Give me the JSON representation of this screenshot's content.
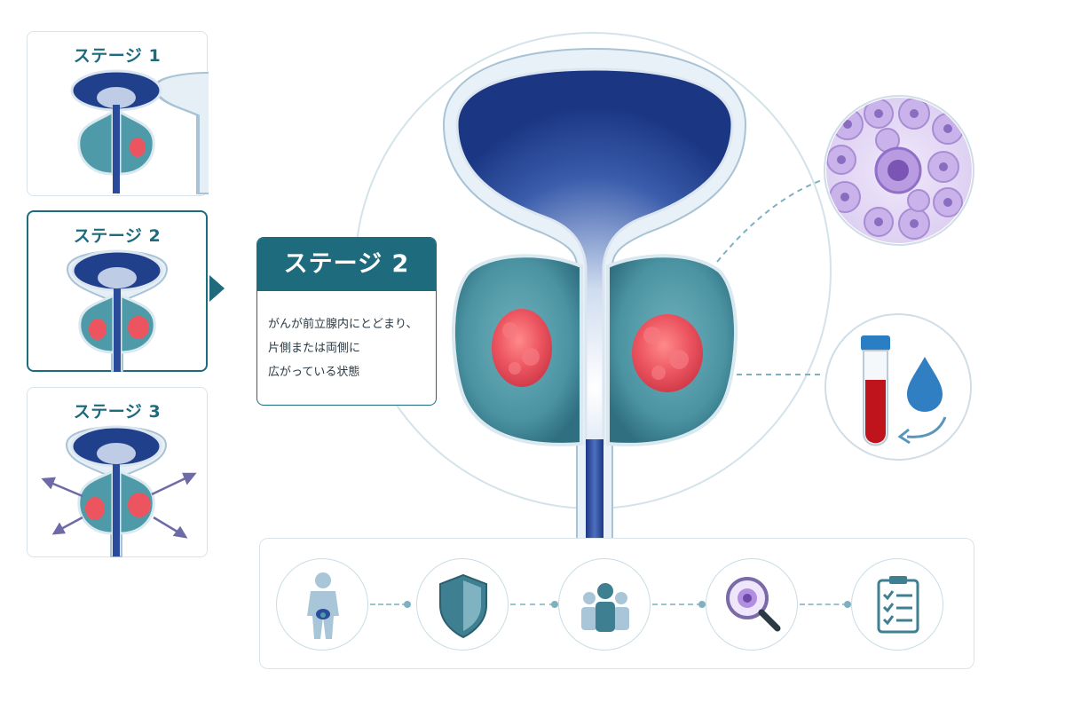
{
  "stages": [
    {
      "label": "ステージ 1"
    },
    {
      "label": "ステージ 2"
    },
    {
      "label": "ステージ 3"
    }
  ],
  "selected_stage": {
    "title": "ステージ 2",
    "description_lines": [
      "がんが前立腺内にとどまり、",
      "片側または両側に",
      "広がっている状態"
    ]
  },
  "bottom_icons": [
    {
      "icon": "body-icon"
    },
    {
      "icon": "shield-icon"
    },
    {
      "icon": "group-icon"
    },
    {
      "icon": "magnifier-cell-icon"
    },
    {
      "icon": "checklist-icon"
    }
  ],
  "colors": {
    "accent": "#1e6b7e",
    "gland": "#4f9aa8",
    "bladder": "#1e3d8f",
    "tumor": "#e8505b",
    "blood": "#c0141c",
    "cell": "#a78fd1"
  }
}
